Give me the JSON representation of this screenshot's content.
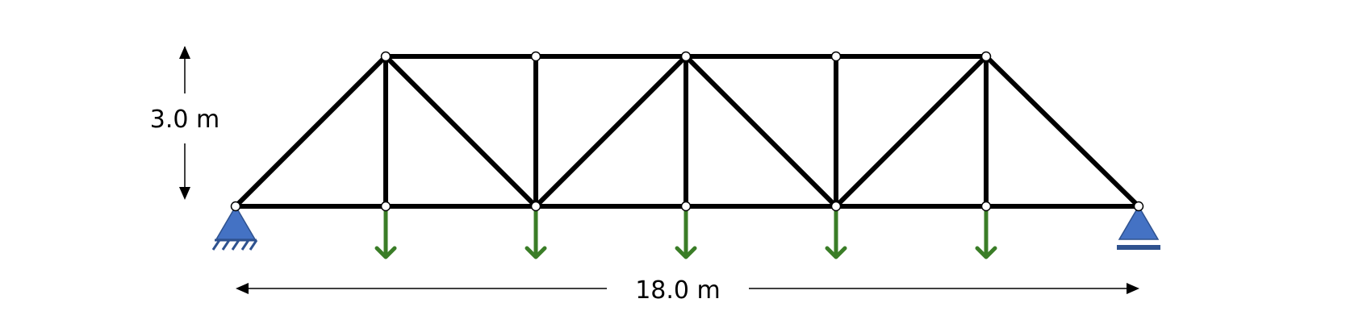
{
  "diagram": {
    "height_dimension": {
      "label": "3.0 m"
    },
    "span_dimension": {
      "label": "18.0 m"
    },
    "colors": {
      "member": "#000000",
      "node_fill": "#ffffff",
      "node_stroke": "#000000",
      "load": "#3a7d27",
      "support": "#4472c4",
      "support_stroke": "#2f528f",
      "dimension": "#000000"
    },
    "load_count": 5
  }
}
